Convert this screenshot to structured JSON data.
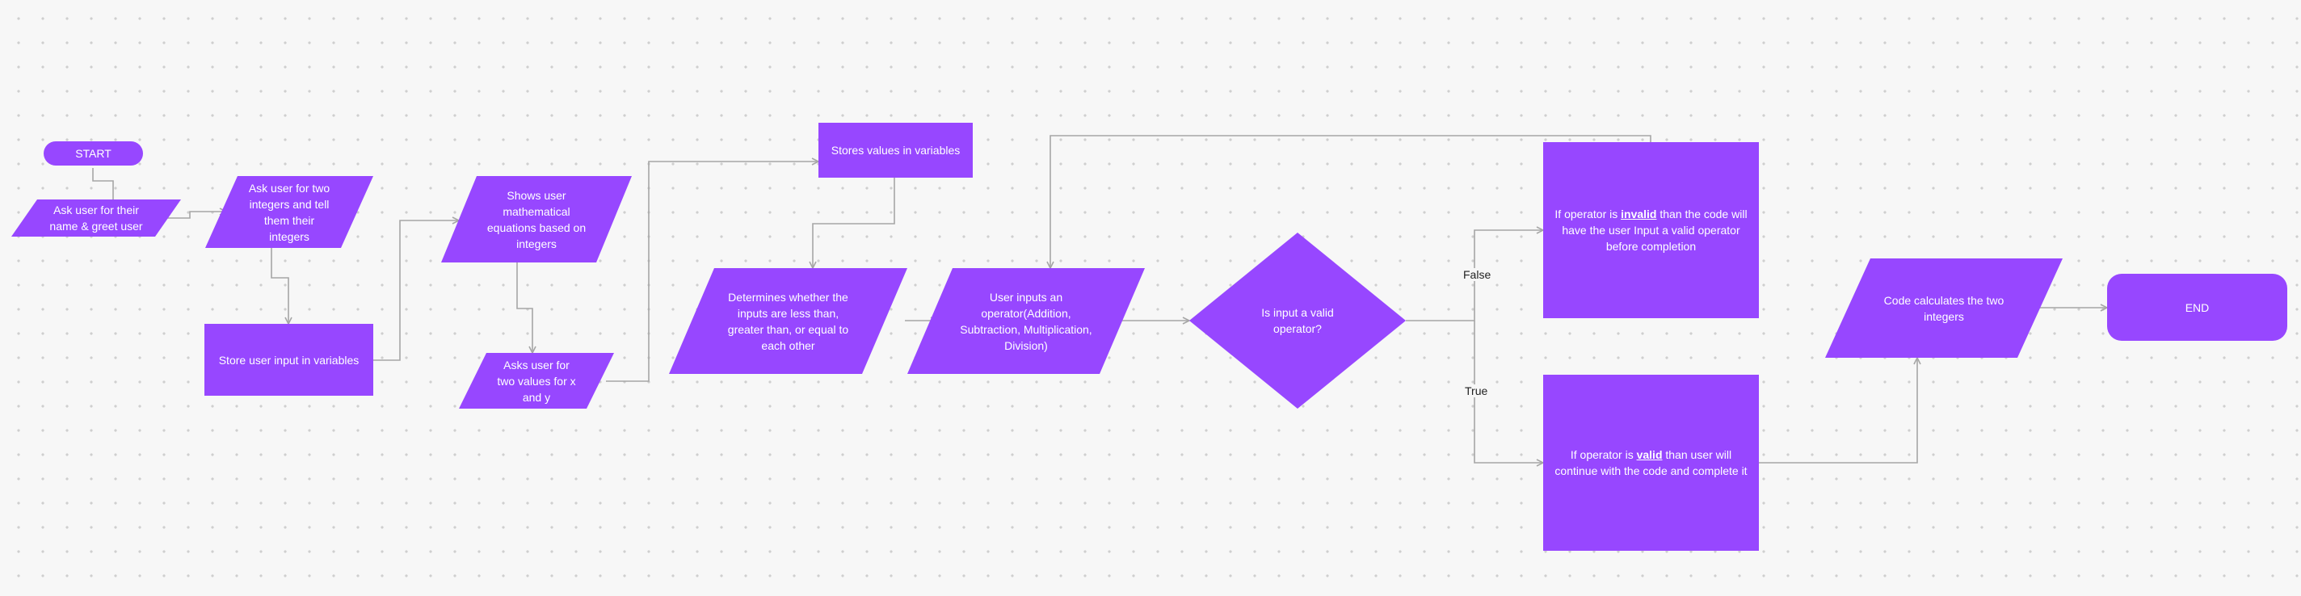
{
  "nodes": {
    "start": "START",
    "ask_name": "Ask user for their\nname & greet user",
    "ask_integers": "Ask user for two\nintegers and tell\nthem their\nintegers",
    "store_input": "Store user input in variables",
    "show_equations": "Shows user\nmathematical\nequations based on\nintegers",
    "ask_xy": "Asks user for\ntwo values for x\nand y",
    "store_values": "Stores values in variables",
    "determines": "Determines whether the\ninputs are less than,\ngreater than, or equal to\neach other",
    "operator_input": "User inputs an\noperator(Addition,\nSubtraction, Multiplication,\nDivision)",
    "decision": "Is input a valid\noperator?",
    "invalid_pre": "If operator is ",
    "invalid_word": "invalid",
    "invalid_post": " than the code will\nhave the user Input a valid operator\nbefore completion",
    "valid_pre": "If operator is ",
    "valid_word": "valid",
    "valid_post": " than user will\ncontinue with the code and complete it",
    "calculates": "Code calculates the two\nintegers",
    "end": "END"
  },
  "edge_labels": {
    "false": "False",
    "true": "True"
  },
  "colors": {
    "node_fill": "#9747ff",
    "connector": "#a6a6a6",
    "background": "#f7f7f7"
  }
}
